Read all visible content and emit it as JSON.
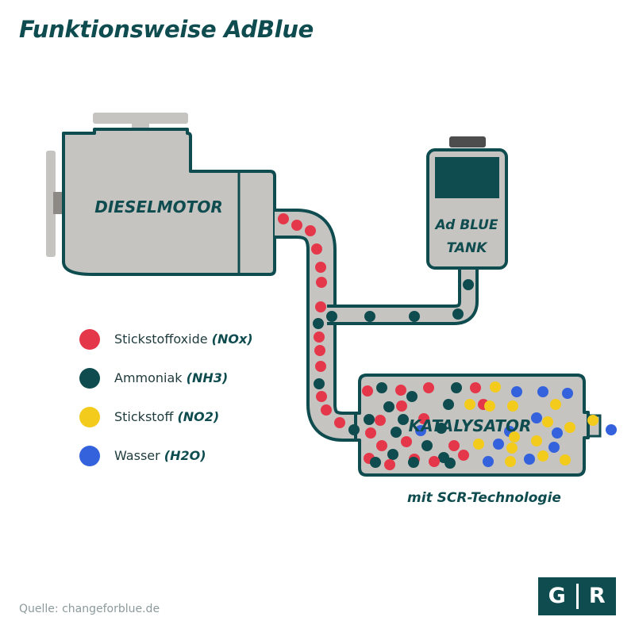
{
  "title": "Funktionsweise AdBlue",
  "diagram": {
    "engine_label": "DIESELMOTOR",
    "tank_label_line1": "Ad BLUE",
    "tank_label_line2": "TANK",
    "catalyst_label": "KATALYSATOR",
    "catalyst_caption": "mit SCR-Technologie"
  },
  "legend": [
    {
      "name": "Stickstoffoxide",
      "formula": "(NOx)",
      "color": "#e5374a"
    },
    {
      "name": "Ammoniak",
      "formula": "(NH3)",
      "color": "#0f4c4f"
    },
    {
      "name": "Stickstoff",
      "formula": "(NO2)",
      "color": "#f2cb1d"
    },
    {
      "name": "Wasser",
      "formula": "(H2O)",
      "color": "#3461dc"
    }
  ],
  "colors": {
    "dark": "#0f4c4f",
    "grey": "#c6c4c1",
    "nox": "#e5374a",
    "nh3": "#0f4c4f",
    "n2": "#f2cb1d",
    "h2o": "#3461dc"
  },
  "source": "Quelle: changeforblue.de",
  "logo": {
    "left": "G",
    "right": "R"
  }
}
